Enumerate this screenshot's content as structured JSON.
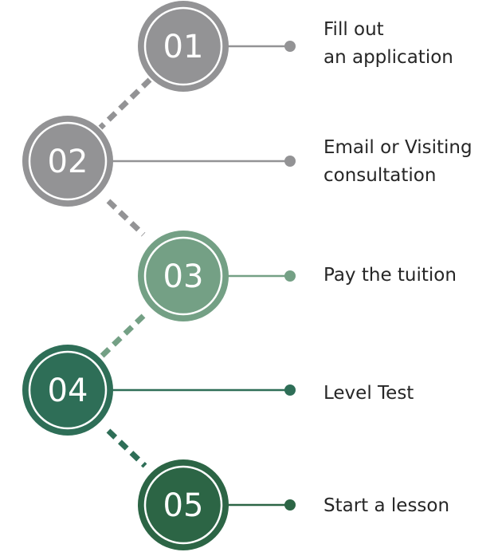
{
  "colors": {
    "step1": "#939395",
    "step2": "#939395",
    "step3": "#74a085",
    "step4": "#2e6e57",
    "step5": "#2c6545",
    "label_text": "#262626",
    "ring": "#ffffff"
  },
  "steps": [
    {
      "number": "01",
      "label": "Fill out\nan application"
    },
    {
      "number": "02",
      "label": "Email or Visiting\nconsultation"
    },
    {
      "number": "03",
      "label": "Pay the tuition"
    },
    {
      "number": "04",
      "label": "Level Test"
    },
    {
      "number": "05",
      "label": "Start a lesson"
    }
  ]
}
